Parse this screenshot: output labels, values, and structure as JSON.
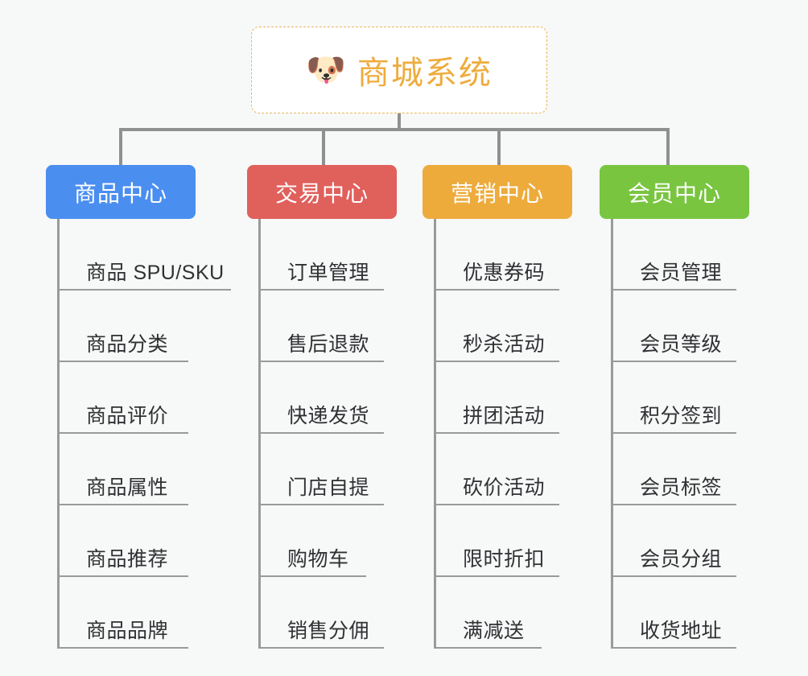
{
  "diagram": {
    "type": "mind-map",
    "background_color": "#f7f8f8",
    "root": {
      "icon": "dog-face-icon",
      "icon_glyph": "🐶",
      "title": "商城系统",
      "text_color": "#eeac3e",
      "border_color": "#e9b65a",
      "background_color": "#ffffff"
    },
    "branches": [
      {
        "id": "product-center",
        "label": "商品中心",
        "color": "#4a8ef0",
        "leaves": [
          "商品 SPU/SKU",
          "商品分类",
          "商品评价",
          "商品属性",
          "商品推荐",
          "商品品牌"
        ]
      },
      {
        "id": "trade-center",
        "label": "交易中心",
        "color": "#e0605c",
        "leaves": [
          "订单管理",
          "售后退款",
          "快递发货",
          "门店自提",
          "购物车",
          "销售分佣"
        ]
      },
      {
        "id": "marketing-center",
        "label": "营销中心",
        "color": "#edab3c",
        "leaves": [
          "优惠券码",
          "秒杀活动",
          "拼团活动",
          "砍价活动",
          "限时折扣",
          "满减送"
        ]
      },
      {
        "id": "member-center",
        "label": "会员中心",
        "color": "#79c540",
        "leaves": [
          "会员管理",
          "会员等级",
          "积分签到",
          "会员标签",
          "会员分组",
          "收货地址"
        ]
      }
    ]
  }
}
